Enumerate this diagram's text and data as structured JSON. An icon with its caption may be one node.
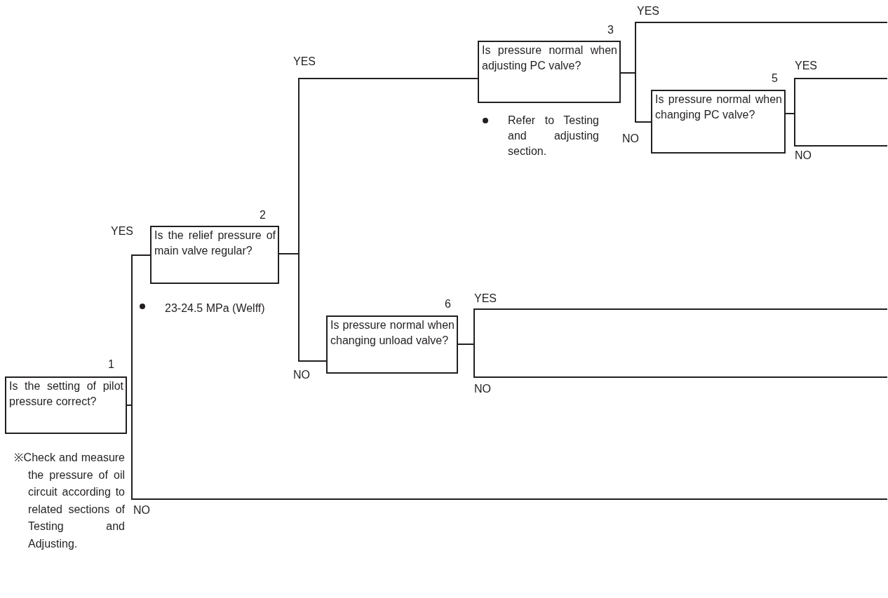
{
  "diagram": {
    "nodes": [
      {
        "text": [
          "Is the setting of pilot pressure correct?"
        ],
        "beside": [
          "1",
          "※Check and measure the pressure of oil circuit according to related sections of Testing and Adjusting."
        ]
      },
      {
        "text": [
          "Is the relief pressure of main valve regular?"
        ],
        "beside": [
          "2",
          "23-24.5 MPa (Welff)"
        ]
      },
      {
        "text": [
          "Is pressure normal when adjusting PC valve?"
        ],
        "beside": [
          "3",
          "Refer to Testing and adjusting section."
        ]
      },
      {
        "text": [
          "Is pressure normal when changing PC valve?"
        ],
        "beside": [
          "5"
        ]
      },
      {
        "text": [
          "Is pressure normal when changing unload valve?"
        ],
        "beside": [
          "6"
        ]
      }
    ],
    "edges": [
      {
        "from": 0,
        "to": 1,
        "arrow": "none",
        "label": "YES"
      },
      {
        "from": 1,
        "to": 2,
        "arrow": "none",
        "label": "YES"
      },
      {
        "from": 1,
        "to": 4,
        "arrow": "none",
        "label": "NO"
      },
      {
        "from": 0,
        "to": null,
        "arrow": "none",
        "label": "NO"
      },
      {
        "from": 2,
        "to": null,
        "arrow": "none",
        "label": "YES"
      },
      {
        "from": 2,
        "to": 3,
        "arrow": "none",
        "label": "NO"
      },
      {
        "from": 3,
        "to": null,
        "arrow": "none",
        "label": "YES"
      },
      {
        "from": 3,
        "to": null,
        "arrow": "none",
        "label": "NO"
      },
      {
        "from": 4,
        "to": null,
        "arrow": "none",
        "label": "YES"
      },
      {
        "from": 4,
        "to": null,
        "arrow": "none",
        "label": "NO"
      }
    ]
  }
}
